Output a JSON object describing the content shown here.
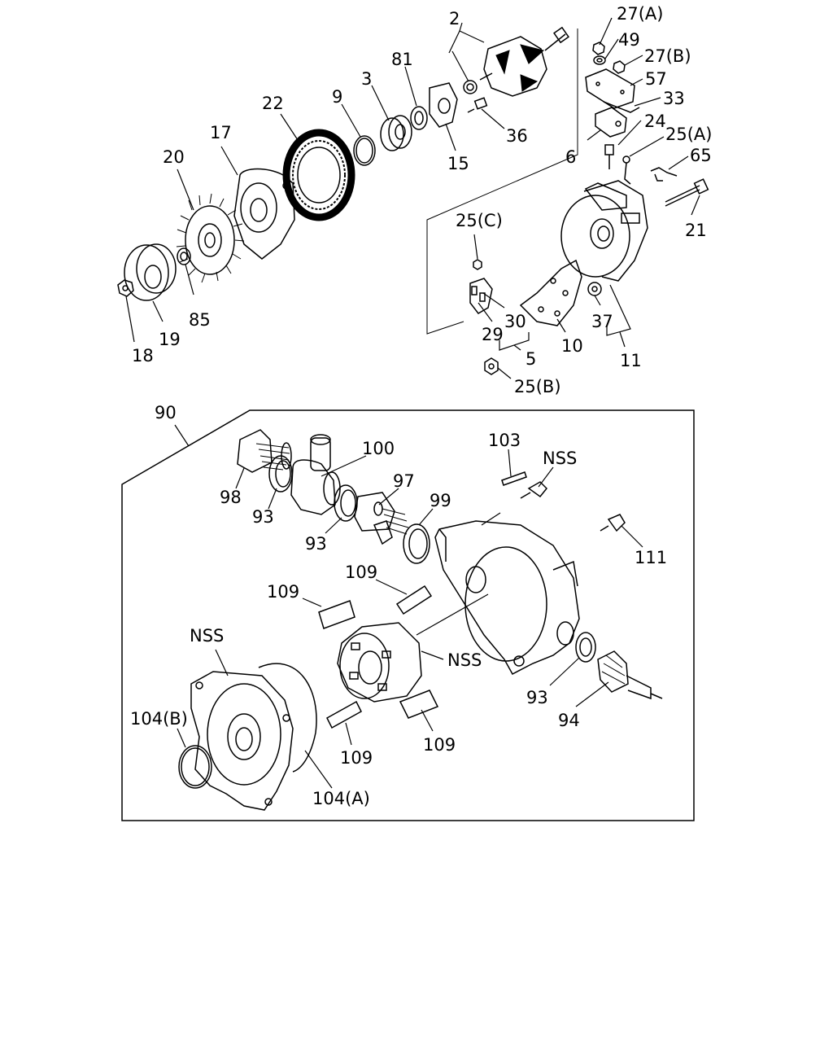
{
  "diagram": {
    "upper_labels": {
      "l2": "2",
      "l27a": "27(A)",
      "l49": "49",
      "l27b": "27(B)",
      "l57": "57",
      "l33": "33",
      "l24": "24",
      "l25a": "25(A)",
      "l65": "65",
      "l6": "6",
      "l21": "21",
      "l81": "81",
      "l3": "3",
      "l9": "9",
      "l22": "22",
      "l17": "17",
      "l20": "20",
      "l36": "36",
      "l15": "15",
      "l25c": "25(C)",
      "l30": "30",
      "l29": "29",
      "l37": "37",
      "l10": "10",
      "l5": "5",
      "l11": "11",
      "l25b": "25(B)",
      "l85": "85",
      "l19": "19",
      "l18": "18"
    },
    "lower_labels": {
      "l90": "90",
      "l100": "100",
      "l103": "103",
      "lnss_top": "NSS",
      "l98": "98",
      "l93_a": "93",
      "l97": "97",
      "l99": "99",
      "l93_b": "93",
      "l111": "111",
      "l109_a": "109",
      "l109_b": "109",
      "lnss_mid": "NSS",
      "lnss_left": "NSS",
      "l104b": "104(B)",
      "l109_c": "109",
      "l109_d": "109",
      "l93_c": "93",
      "l94": "94",
      "l104a": "104(A)"
    }
  }
}
